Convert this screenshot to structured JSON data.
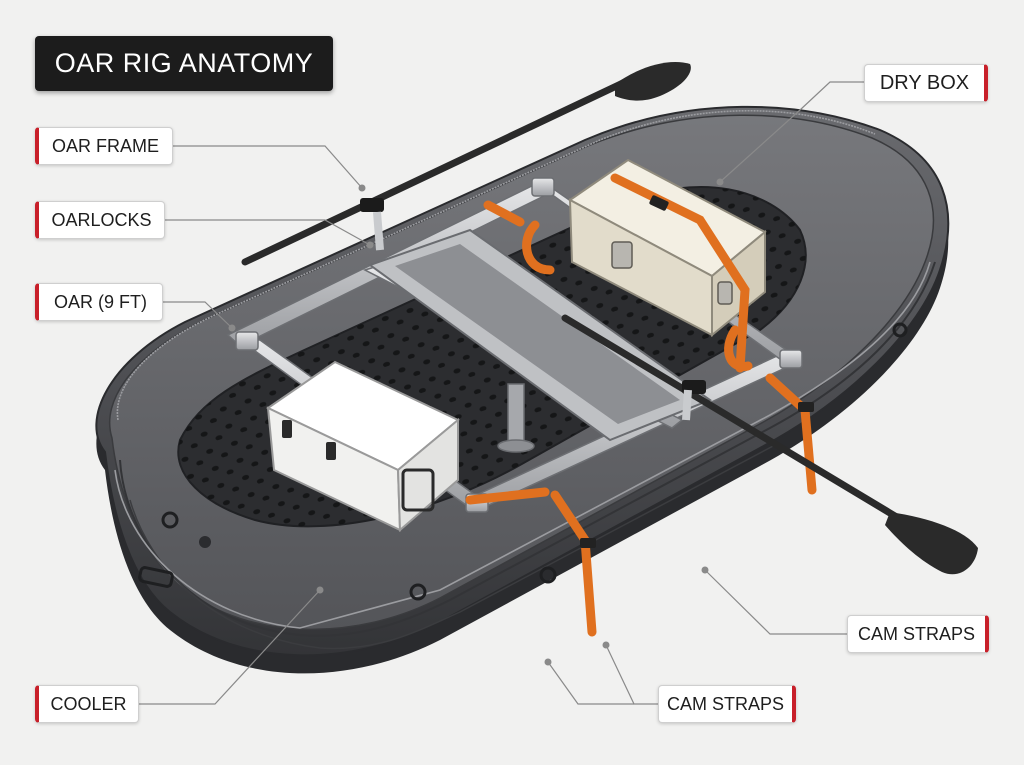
{
  "title": "OAR RIG ANATOMY",
  "labels": {
    "dry_box": "DRY BOX",
    "oar_frame": "OAR FRAME",
    "oarlocks": "OARLOCKS",
    "oar": "OAR (9 FT)",
    "cam_straps_right": "CAM STRAPS",
    "cam_straps_bottom": "CAM STRAPS",
    "cooler": "COOLER"
  },
  "colors": {
    "raft": "#4a4b4e",
    "floor": "#2c2d30",
    "frame": "#c9cbce",
    "strap": "#e0701f",
    "dry_box": "#ece6d6",
    "cooler": "#f4f4f2",
    "accent": "#c8202a",
    "oar": "#2a2a2a"
  }
}
